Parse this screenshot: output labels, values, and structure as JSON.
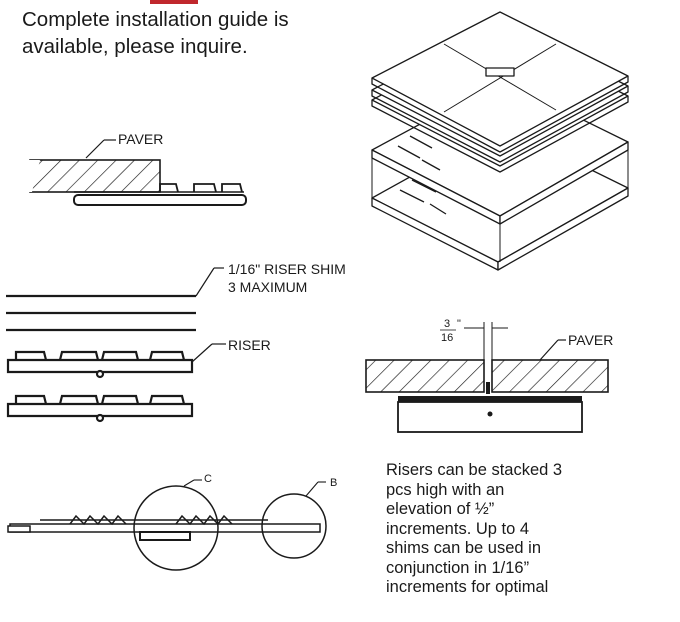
{
  "intro": {
    "line1": "Complete installation guide is",
    "line2": "available, please inquire."
  },
  "labels": {
    "paver_top": "PAVER",
    "shim_line1": "1/16\" RISER SHIM",
    "shim_line2": "3 MAXIMUM",
    "riser": "RISER",
    "gap_num": "3",
    "gap_den": "16",
    "gap_unit": "\"",
    "paver_right": "PAVER",
    "detail_c": "C",
    "detail_b": "B"
  },
  "note": {
    "l1": "Risers can be stacked 3",
    "l2": "pcs high with an",
    "l3": "elevation of ½”",
    "l4": "increments. Up to 4",
    "l5": "shims can be used in",
    "l6": "conjunction in 1/16”",
    "l7": "increments for optimal"
  },
  "colors": {
    "accent": "#c0272d",
    "ink": "#1a1a1a"
  }
}
